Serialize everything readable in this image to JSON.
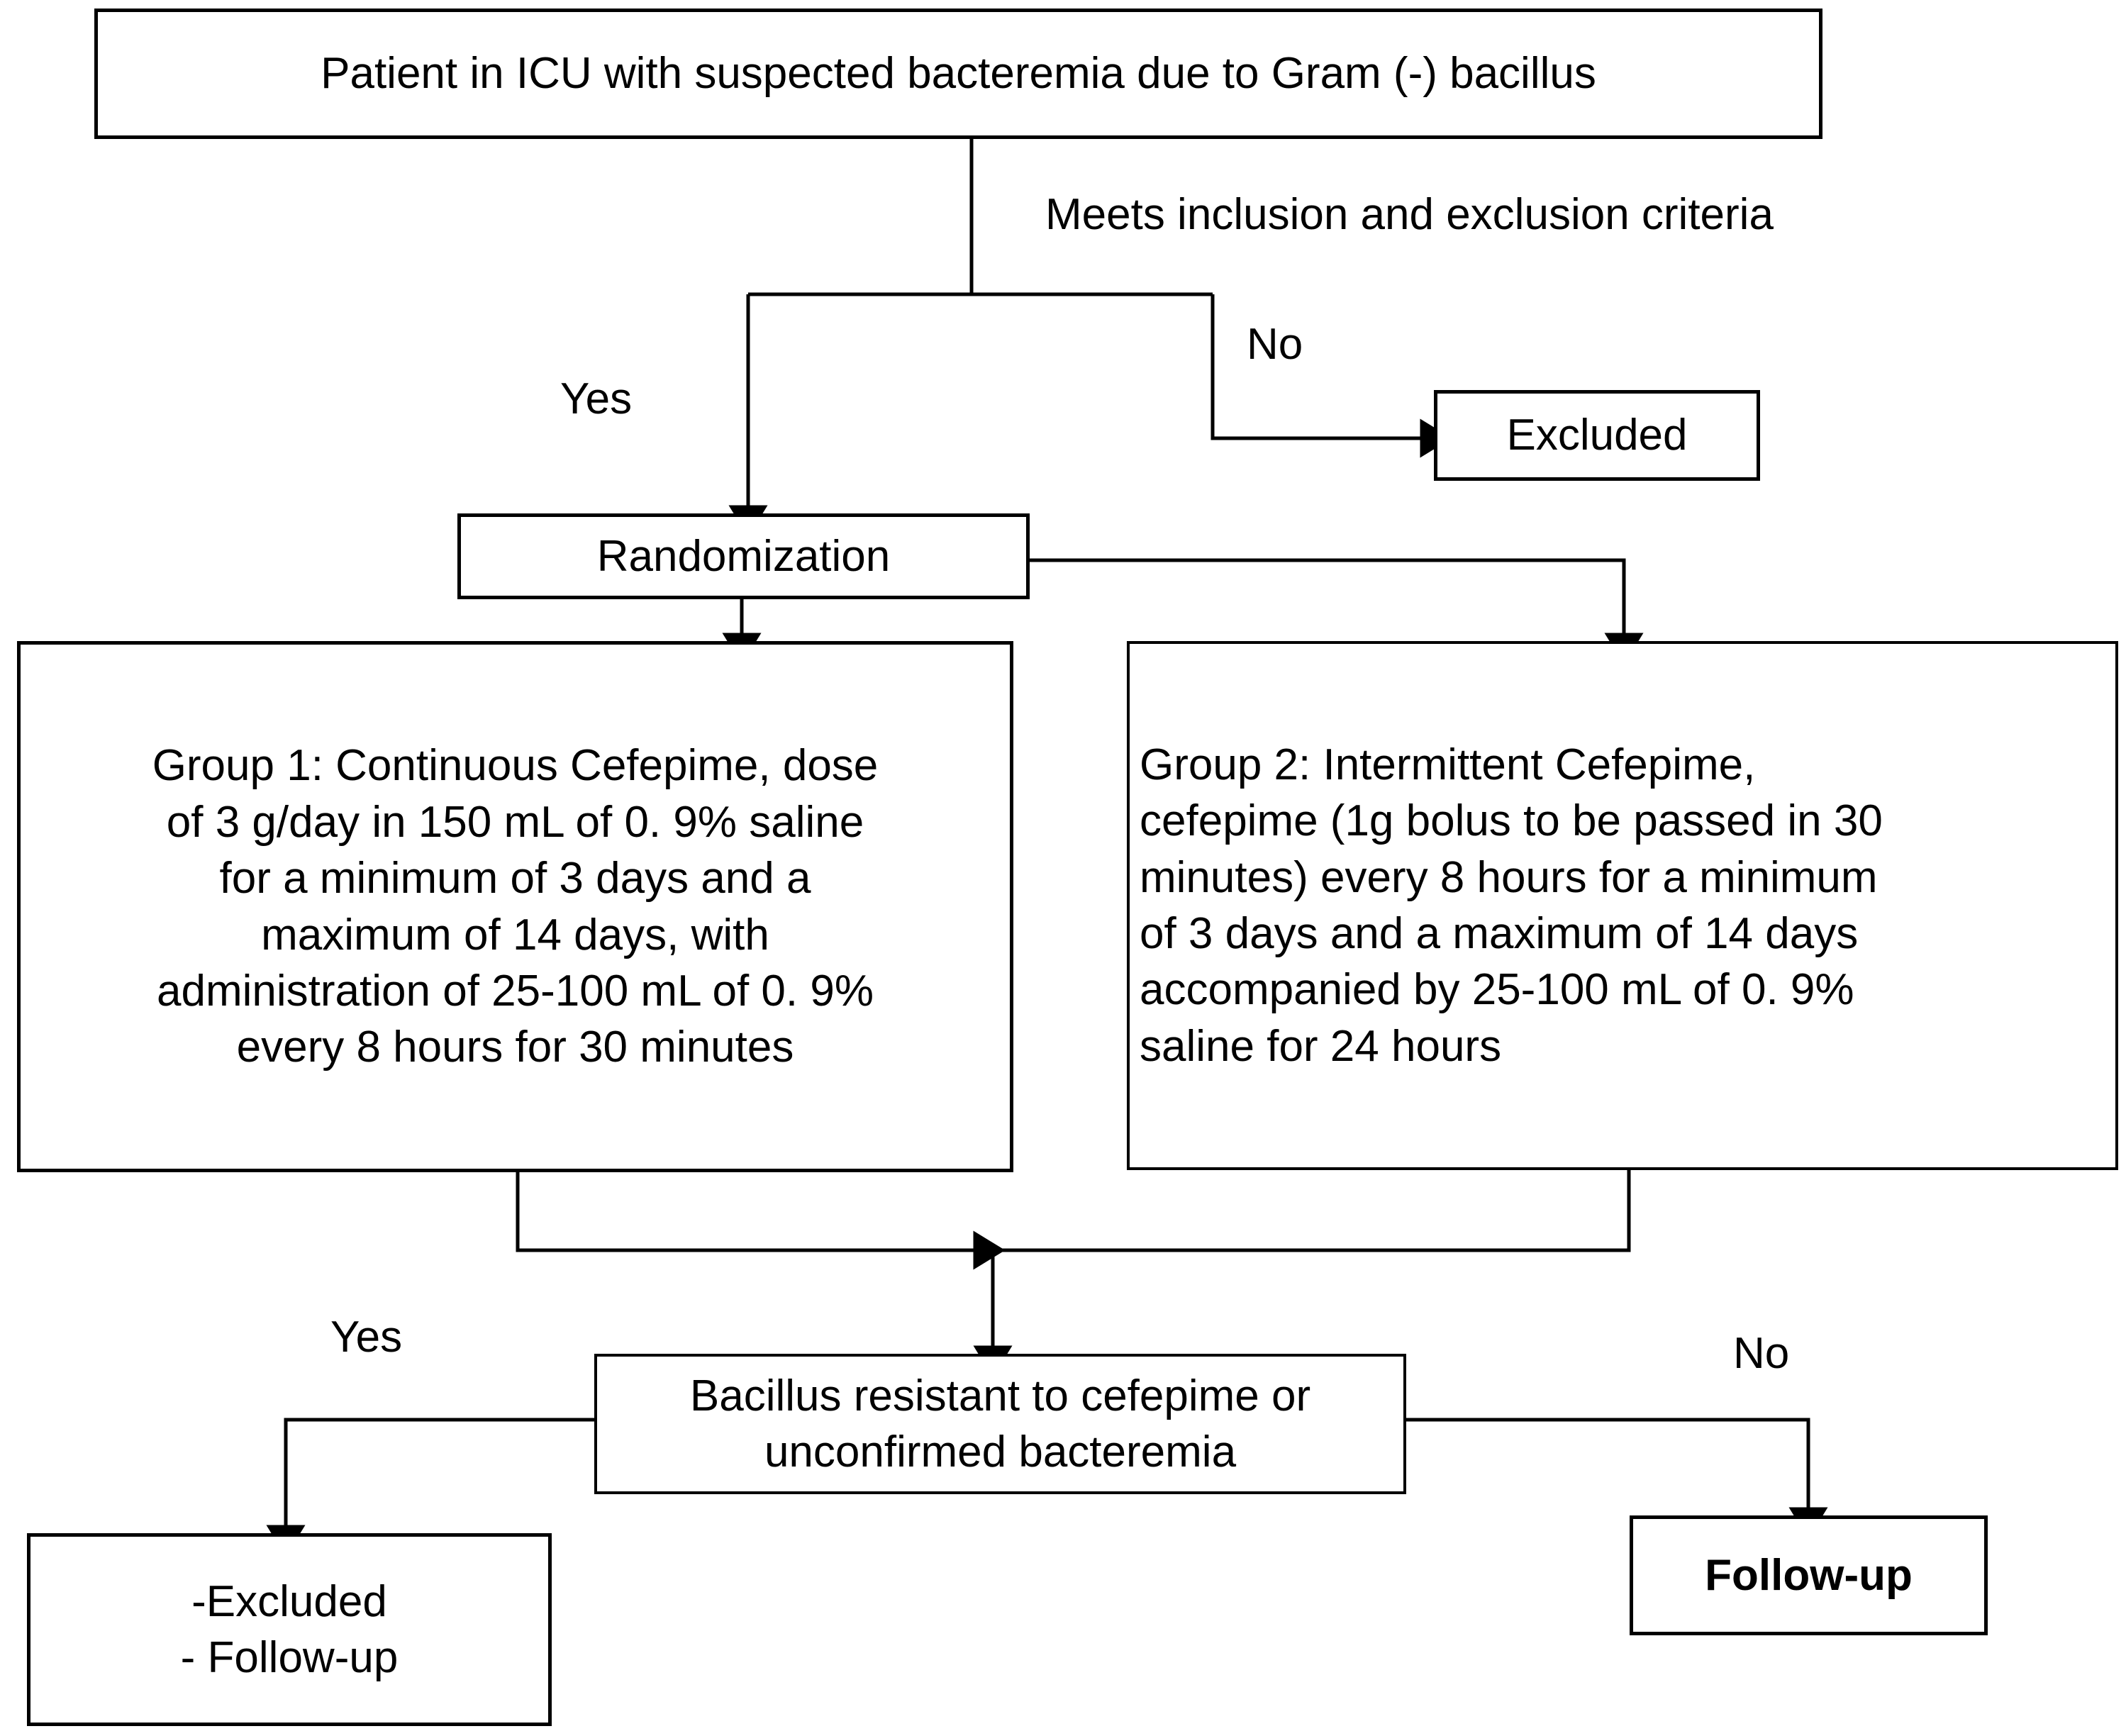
{
  "diagram": {
    "title": "Study flow diagram: continuous vs intermittent cefepime in ICU bacteremia",
    "stroke_color": "#000000",
    "background_color": "#ffffff"
  },
  "nodes": {
    "screening": {
      "label": "Patient in ICU with suspected bacteremia due to Gram (-) bacillus"
    },
    "excluded_top": {
      "label": "Excluded"
    },
    "randomization": {
      "label": "Randomization"
    },
    "group1": {
      "line1": "Group 1: Continuous Cefepime, dose",
      "line2": "of 3 g/day in 150 mL of 0. 9% saline",
      "line3": "for a minimum of 3 days and a",
      "line4": "maximum of 14 days, with",
      "line5": "administration of 25-100 mL of 0. 9%",
      "line6": "every 8 hours for 30 minutes"
    },
    "group2": {
      "line1": "Group 2: Intermittent Cefepime,",
      "line2": "cefepime (1g bolus to be passed in 30",
      "line3": "minutes) every 8 hours for a minimum",
      "line4": "of 3 days and a maximum of 14 days",
      "line5": "accompanied by 25-100 mL of 0. 9%",
      "line6": "saline for 24 hours"
    },
    "resistance_check": {
      "line1": "Bacillus resistant to cefepime or",
      "line2": "unconfirmed bacteremia"
    },
    "excluded_followup": {
      "line1": "-Excluded",
      "line2": "- Follow-up"
    },
    "followup": {
      "label": "Follow-up"
    }
  },
  "edge_labels": {
    "criteria": "Meets inclusion and exclusion criteria",
    "yes_top": "Yes",
    "no_top": "No",
    "yes_bottom": "Yes",
    "no_bottom": "No"
  }
}
